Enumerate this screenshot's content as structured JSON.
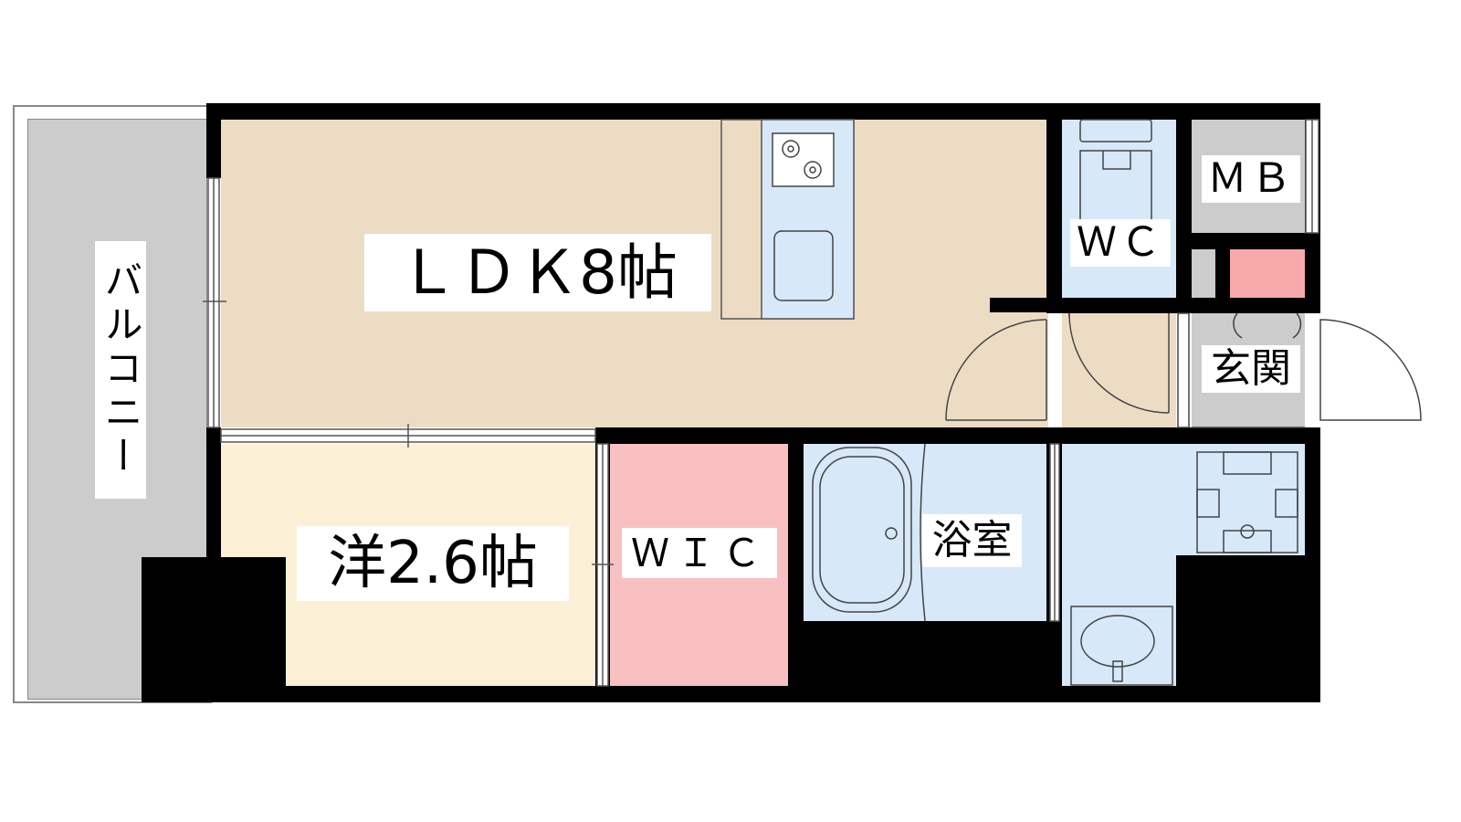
{
  "floorplan": {
    "rooms": {
      "balcony": "バルコニー",
      "ldk": "ＬＤＫ8帖",
      "western_room": "洋2.6帖",
      "wic": "ＷＩＣ",
      "bathroom": "浴室",
      "wc": "ＷＣ",
      "mb": "ＭＢ",
      "entrance": "玄関"
    }
  },
  "colors": {
    "ldk_floor": "#eddcc4",
    "western_floor": "#fbf0d5",
    "wic_floor": "#f8c0c0",
    "wet_area": "#d7e8f8",
    "storage": "#cccccc",
    "entrance_box": "#f7a9a9",
    "wall": "#000000"
  },
  "icons": [
    "stove-icon",
    "sink-icon",
    "toilet-icon",
    "bathtub-icon",
    "washbasin-icon",
    "washing-machine-pan-icon"
  ]
}
